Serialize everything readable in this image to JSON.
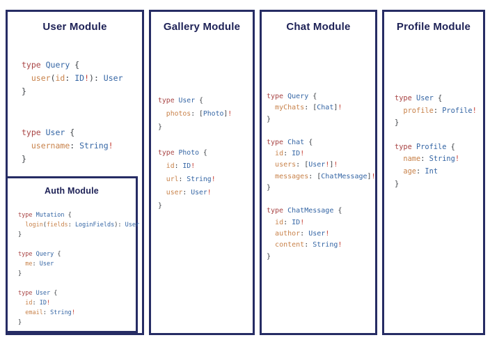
{
  "colors": {
    "panel_border": "#262c64",
    "heading": "#1d2156",
    "kw": "#a84444",
    "ty": "#3465a4",
    "fd": "#c8824a",
    "pu": "#3c4045",
    "bg": "#c43a30"
  },
  "panels": [
    {
      "title": "User Module",
      "blocks": [
        [
          [
            [
              "type ",
              "kw"
            ],
            [
              "Query ",
              "ty"
            ],
            [
              "{",
              "pu"
            ]
          ],
          [
            [
              "  ",
              "pu"
            ],
            [
              "user",
              "fd"
            ],
            [
              "(",
              "pu"
            ],
            [
              "id",
              "fd"
            ],
            [
              ": ",
              "pu"
            ],
            [
              "ID",
              "ty"
            ],
            [
              "!",
              "bg"
            ],
            [
              "): ",
              "pu"
            ],
            [
              "User",
              "ty"
            ]
          ],
          [
            [
              "}",
              "pu"
            ]
          ]
        ],
        [
          [
            [
              "type ",
              "kw"
            ],
            [
              "User ",
              "ty"
            ],
            [
              "{",
              "pu"
            ]
          ],
          [
            [
              "  ",
              "pu"
            ],
            [
              "username",
              "fd"
            ],
            [
              ": ",
              "pu"
            ],
            [
              "String",
              "ty"
            ],
            [
              "!",
              "bg"
            ]
          ],
          [
            [
              "}",
              "pu"
            ]
          ]
        ]
      ],
      "sub_panel": {
        "title": "Auth Module",
        "blocks": [
          [
            [
              [
                "type ",
                "kw"
              ],
              [
                "Mutation ",
                "ty"
              ],
              [
                "{",
                "pu"
              ]
            ],
            [
              [
                "  ",
                "pu"
              ],
              [
                "login",
                "fd"
              ],
              [
                "(",
                "pu"
              ],
              [
                "fields",
                "fd"
              ],
              [
                ": ",
                "pu"
              ],
              [
                "LoginFields",
                "ty"
              ],
              [
                "): ",
                "pu"
              ],
              [
                "User",
                "ty"
              ]
            ],
            [
              [
                "}",
                "pu"
              ]
            ]
          ],
          [
            [
              [
                "type ",
                "kw"
              ],
              [
                "Query ",
                "ty"
              ],
              [
                "{",
                "pu"
              ]
            ],
            [
              [
                "  ",
                "pu"
              ],
              [
                "me",
                "fd"
              ],
              [
                ": ",
                "pu"
              ],
              [
                "User",
                "ty"
              ]
            ],
            [
              [
                "}",
                "pu"
              ]
            ]
          ],
          [
            [
              [
                "type ",
                "kw"
              ],
              [
                "User ",
                "ty"
              ],
              [
                "{",
                "pu"
              ]
            ],
            [
              [
                "  ",
                "pu"
              ],
              [
                "id",
                "fd"
              ],
              [
                ": ",
                "pu"
              ],
              [
                "ID",
                "ty"
              ],
              [
                "!",
                "bg"
              ]
            ],
            [
              [
                "  ",
                "pu"
              ],
              [
                "email",
                "fd"
              ],
              [
                ": ",
                "pu"
              ],
              [
                "String",
                "ty"
              ],
              [
                "!",
                "bg"
              ]
            ],
            [
              [
                "}",
                "pu"
              ]
            ]
          ]
        ]
      }
    },
    {
      "title": "Gallery Module",
      "blocks": [
        [
          [
            [
              "type ",
              "kw"
            ],
            [
              "User ",
              "ty"
            ],
            [
              "{",
              "pu"
            ]
          ],
          [
            [
              "  ",
              "pu"
            ],
            [
              "photos",
              "fd"
            ],
            [
              ": [",
              "pu"
            ],
            [
              "Photo",
              "ty"
            ],
            [
              "]",
              "pu"
            ],
            [
              "!",
              "bg"
            ]
          ],
          [
            [
              "}",
              "pu"
            ]
          ]
        ],
        [
          [
            [
              "type ",
              "kw"
            ],
            [
              "Photo ",
              "ty"
            ],
            [
              "{",
              "pu"
            ]
          ],
          [
            [
              "  ",
              "pu"
            ],
            [
              "id",
              "fd"
            ],
            [
              ": ",
              "pu"
            ],
            [
              "ID",
              "ty"
            ],
            [
              "!",
              "bg"
            ]
          ],
          [
            [
              "  ",
              "pu"
            ],
            [
              "url",
              "fd"
            ],
            [
              ": ",
              "pu"
            ],
            [
              "String",
              "ty"
            ],
            [
              "!",
              "bg"
            ]
          ],
          [
            [
              "  ",
              "pu"
            ],
            [
              "user",
              "fd"
            ],
            [
              ": ",
              "pu"
            ],
            [
              "User",
              "ty"
            ],
            [
              "!",
              "bg"
            ]
          ],
          [
            [
              "}",
              "pu"
            ]
          ]
        ]
      ]
    },
    {
      "title": "Chat Module",
      "blocks": [
        [
          [
            [
              "type ",
              "kw"
            ],
            [
              "Query ",
              "ty"
            ],
            [
              "{",
              "pu"
            ]
          ],
          [
            [
              "  ",
              "pu"
            ],
            [
              "myChats",
              "fd"
            ],
            [
              ": [",
              "pu"
            ],
            [
              "Chat",
              "ty"
            ],
            [
              "]",
              "pu"
            ],
            [
              "!",
              "bg"
            ]
          ],
          [
            [
              "}",
              "pu"
            ]
          ]
        ],
        [
          [
            [
              "type ",
              "kw"
            ],
            [
              "Chat ",
              "ty"
            ],
            [
              "{",
              "pu"
            ]
          ],
          [
            [
              "  ",
              "pu"
            ],
            [
              "id",
              "fd"
            ],
            [
              ": ",
              "pu"
            ],
            [
              "ID",
              "ty"
            ],
            [
              "!",
              "bg"
            ]
          ],
          [
            [
              "  ",
              "pu"
            ],
            [
              "users",
              "fd"
            ],
            [
              ": [",
              "pu"
            ],
            [
              "User",
              "ty"
            ],
            [
              "!",
              "bg"
            ],
            [
              "]",
              "pu"
            ],
            [
              "!",
              "bg"
            ]
          ],
          [
            [
              "  ",
              "pu"
            ],
            [
              "messages",
              "fd"
            ],
            [
              ": [",
              "pu"
            ],
            [
              "ChatMessage",
              "ty"
            ],
            [
              "]",
              "pu"
            ],
            [
              "!",
              "bg"
            ]
          ],
          [
            [
              "}",
              "pu"
            ]
          ]
        ],
        [
          [
            [
              "type ",
              "kw"
            ],
            [
              "ChatMessage ",
              "ty"
            ],
            [
              "{",
              "pu"
            ]
          ],
          [
            [
              "  ",
              "pu"
            ],
            [
              "id",
              "fd"
            ],
            [
              ": ",
              "pu"
            ],
            [
              "ID",
              "ty"
            ],
            [
              "!",
              "bg"
            ]
          ],
          [
            [
              "  ",
              "pu"
            ],
            [
              "author",
              "fd"
            ],
            [
              ": ",
              "pu"
            ],
            [
              "User",
              "ty"
            ],
            [
              "!",
              "bg"
            ]
          ],
          [
            [
              "  ",
              "pu"
            ],
            [
              "content",
              "fd"
            ],
            [
              ": ",
              "pu"
            ],
            [
              "String",
              "ty"
            ],
            [
              "!",
              "bg"
            ]
          ],
          [
            [
              "}",
              "pu"
            ]
          ]
        ]
      ]
    },
    {
      "title": "Profile Module",
      "blocks": [
        [
          [
            [
              "type ",
              "kw"
            ],
            [
              "User ",
              "ty"
            ],
            [
              "{",
              "pu"
            ]
          ],
          [
            [
              "  ",
              "pu"
            ],
            [
              "profile",
              "fd"
            ],
            [
              ": ",
              "pu"
            ],
            [
              "Profile",
              "ty"
            ],
            [
              "!",
              "bg"
            ]
          ],
          [
            [
              "}",
              "pu"
            ]
          ]
        ],
        [
          [
            [
              "type ",
              "kw"
            ],
            [
              "Profile ",
              "ty"
            ],
            [
              "{",
              "pu"
            ]
          ],
          [
            [
              "  ",
              "pu"
            ],
            [
              "name",
              "fd"
            ],
            [
              ": ",
              "pu"
            ],
            [
              "String",
              "ty"
            ],
            [
              "!",
              "bg"
            ]
          ],
          [
            [
              "  ",
              "pu"
            ],
            [
              "age",
              "fd"
            ],
            [
              ": ",
              "pu"
            ],
            [
              "Int",
              "ty"
            ]
          ],
          [
            [
              "}",
              "pu"
            ]
          ]
        ]
      ]
    }
  ]
}
